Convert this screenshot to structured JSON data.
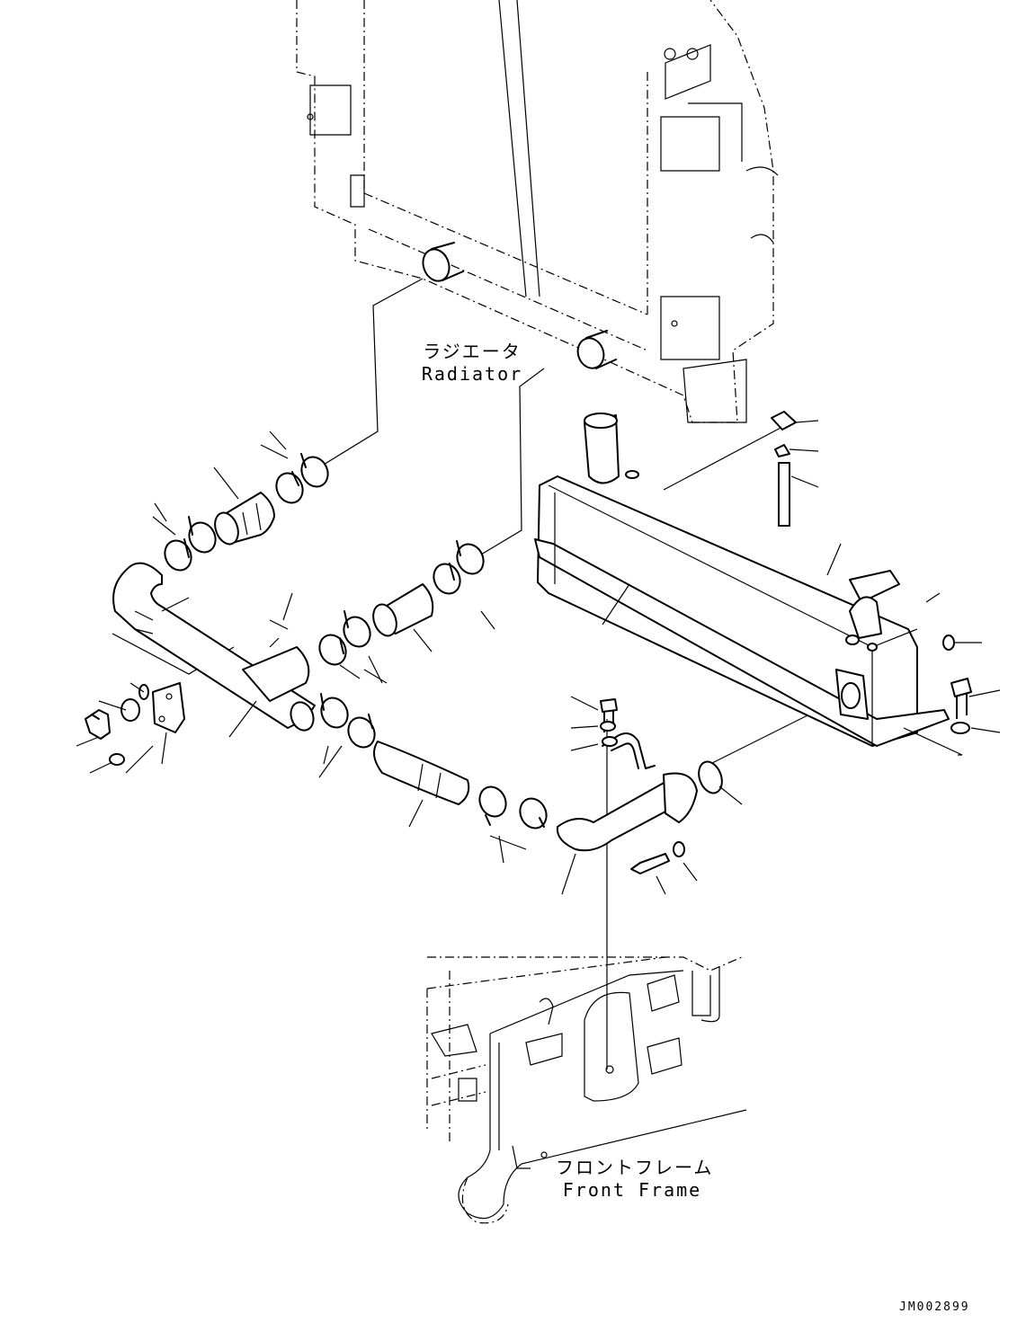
{
  "labels": {
    "radiator_jp": "ラジエータ",
    "radiator_en": "Radiator",
    "front_frame_jp": "フロントフレーム",
    "front_frame_en": "Front Frame"
  },
  "drawing_code": "JM002899"
}
